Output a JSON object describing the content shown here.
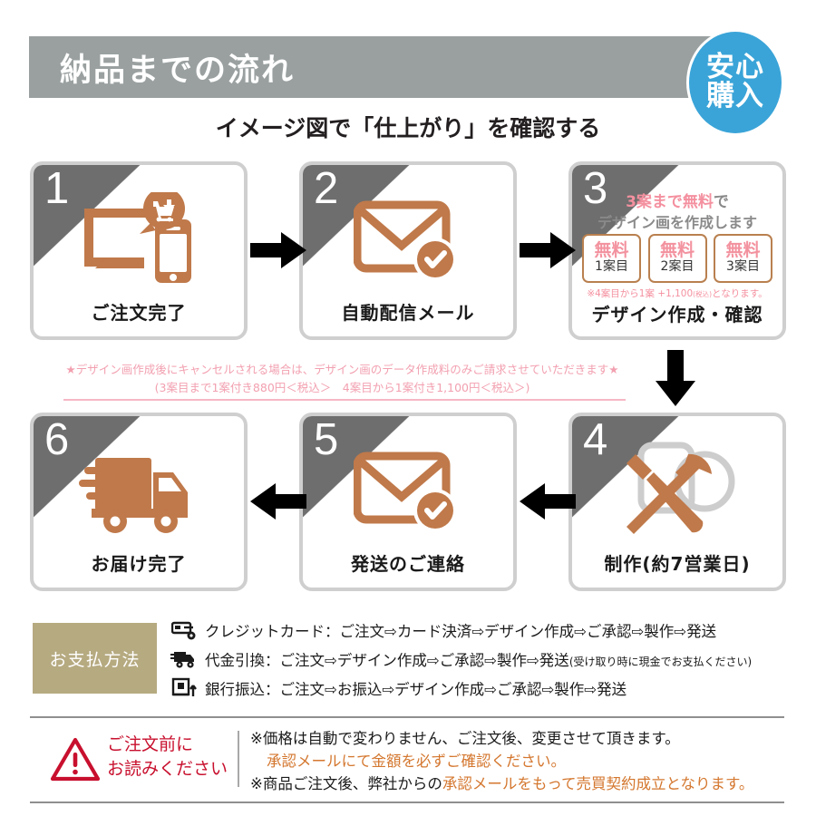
{
  "header": {
    "title": "納品までの流れ",
    "badge_line1": "安心",
    "badge_line2": "購入",
    "subtitle": "イメージ図で「仕上がり」を確認する",
    "bar_color": "#9aa0a0",
    "badge_color": "#3aa4d8"
  },
  "steps": [
    {
      "number": "1",
      "label": "ご注文完了",
      "icon": "monitor-phone-cart-icon"
    },
    {
      "number": "2",
      "label": "自動配信メール",
      "icon": "envelope-check-icon"
    },
    {
      "number": "3",
      "label": "デザイン作成・確認",
      "icon": "free-proposals-icon"
    },
    {
      "number": "4",
      "label": "制作(約7営業日)",
      "icon": "tools-icon"
    },
    {
      "number": "5",
      "label": "発送のご連絡",
      "icon": "envelope-check-icon"
    },
    {
      "number": "6",
      "label": "お届け完了",
      "icon": "delivery-truck-icon"
    }
  ],
  "step3": {
    "line1_pink": "3案まで無料",
    "line1_gray": "で",
    "line2": "デザイン画を作成します",
    "boxes": [
      {
        "free": "無料",
        "nth": "1案目"
      },
      {
        "free": "無料",
        "nth": "2案目"
      },
      {
        "free": "無料",
        "nth": "3案目"
      }
    ],
    "note_main": "※4案目から1案 +1,100",
    "note_small": "(税込)",
    "note_tail": "となります。"
  },
  "cancel_note": {
    "line1": "★デザイン画作成後にキャンセルされる場合は、デザイン画のデータ作成料のみご請求させていただきます★",
    "line2": "(3案目まで1案付き880円＜税込＞　4案目から1案付き1,100円＜税込＞)",
    "color": "#f2a0b0"
  },
  "payment": {
    "label": "お支払方法",
    "label_bg": "#b6aa81",
    "rows": [
      {
        "icon": "credit-card-icon",
        "text": "クレジットカード：ご注文⇨カード決済⇨デザイン作成⇨ご承認⇨製作⇨発送",
        "tail": ""
      },
      {
        "icon": "truck-icon",
        "text": "代金引換：ご注文⇨デザイン作成⇨ご承認⇨製作⇨発送",
        "tail": "(受け取り時に現金でお支払ください)"
      },
      {
        "icon": "bank-transfer-icon",
        "text": "銀行振込：ご注文⇨お振込⇨デザイン作成⇨ご承認⇨製作⇨発送",
        "tail": ""
      }
    ]
  },
  "warning": {
    "icon": "warning-triangle-icon",
    "title_line1": "ご注文前に",
    "title_line2": "お読みください",
    "title_color": "#c8102e",
    "body_line1_a": "※価格は自動で変わりません、ご注文後、",
    "body_line1_b": "変更させて頂きます。",
    "body_line2": "承認メールにて金額を必ずご確認ください。",
    "body_line3_a": "※商品ご注文後、弊社からの",
    "body_line3_b": "承認メールをもって売買契約成立となります。"
  },
  "colors": {
    "terracotta": "#c0794a",
    "card_border": "#cfcfcf",
    "corner_gray": "#6e6e6e",
    "pink": "#f3929f"
  }
}
